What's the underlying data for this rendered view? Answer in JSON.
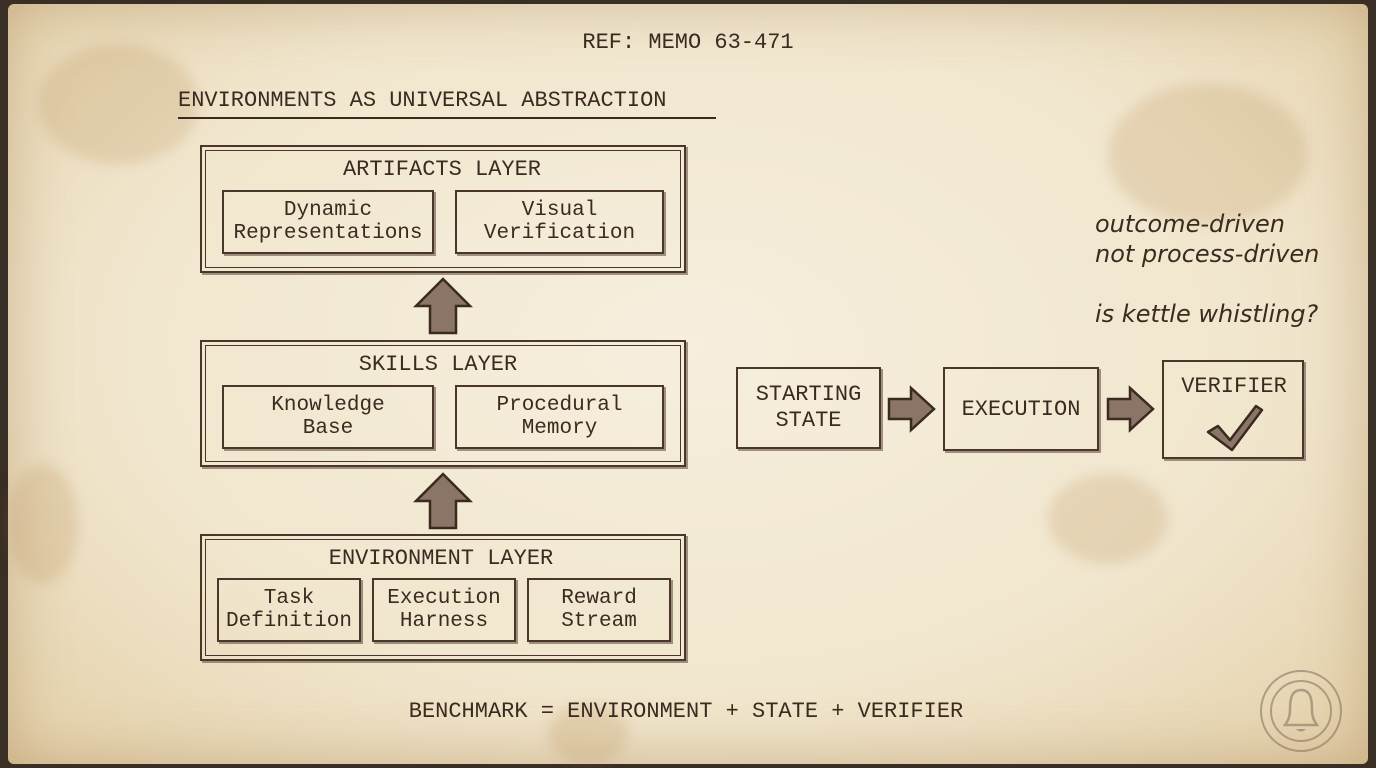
{
  "ref": "REF: MEMO 63-471",
  "title": "ENVIRONMENTS AS UNIVERSAL ABSTRACTION",
  "layers": [
    {
      "title": "ARTIFACTS LAYER",
      "items": [
        [
          "Dynamic",
          "Representations"
        ],
        [
          "Visual",
          "Verification"
        ]
      ]
    },
    {
      "title": "SKILLS LAYER",
      "items": [
        [
          "Knowledge",
          "Base"
        ],
        [
          "Procedural",
          "Memory"
        ]
      ]
    },
    {
      "title": "ENVIRONMENT LAYER",
      "items": [
        [
          "Task",
          "Definition"
        ],
        [
          "Execution",
          "Harness"
        ],
        [
          "Reward",
          "Stream"
        ]
      ]
    }
  ],
  "flow": {
    "start": [
      "STARTING",
      "STATE"
    ],
    "execution": "EXECUTION",
    "verifier": "VERIFIER"
  },
  "notes": [
    "outcome-driven",
    "not process-driven",
    "is kettle whistling?"
  ],
  "formula": "BENCHMARK = ENVIRONMENT + STATE + VERIFIER",
  "icons": [
    "arrow-up-icon",
    "arrow-right-icon",
    "checkmark-icon",
    "bell-stamp-icon"
  ],
  "colors": {
    "ink": "#3b2a20",
    "paper": "#f3e9d2",
    "arrow_fill": "#8a7566"
  }
}
